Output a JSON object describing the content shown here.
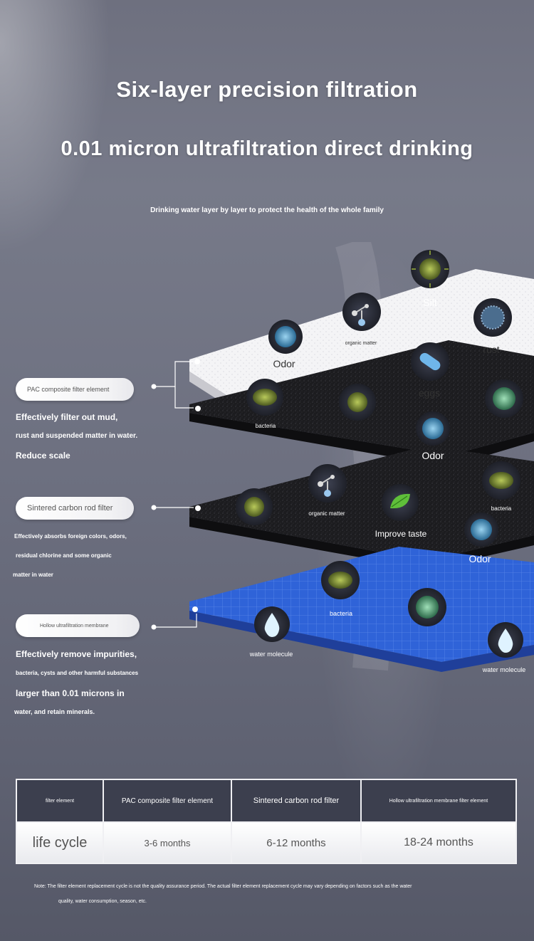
{
  "heading": {
    "title": "Six-layer precision filtration",
    "subtitle_big": "0.01 micron ultrafiltration direct drinking",
    "tagline": "Drinking water layer by layer to protect the health of the whole family"
  },
  "layers": [
    {
      "pill_label": "PAC composite filter element",
      "description": [
        "Effectively filter out mud,",
        "rust and suspended matter in water.",
        "Reduce scale"
      ]
    },
    {
      "pill_label": "Sintered carbon rod filter",
      "description": [
        "Effectively absorbs foreign colors, odors,",
        "residual chlorine and some organic",
        "matter in water"
      ]
    },
    {
      "pill_label": "Hollow ultrafiltration membrane",
      "description": [
        "Effectively remove impurities,",
        "bacteria, cysts and other harmful substances",
        "larger than 0.01 microns in",
        "water, and retain minerals."
      ]
    }
  ],
  "contaminants": {
    "silt": "Silt",
    "organic_matter_1": "organic matter",
    "rust": "rust",
    "odor_1": "Odor",
    "eggs": "eggs",
    "bacteria_1": "bacteria",
    "odor_2": "Odor",
    "organic_matter_2": "organic matter",
    "bacteria_2": "bacteria",
    "improve_taste": "Improve taste",
    "odor_3": "Odor",
    "bacteria_3": "bacteria",
    "water_molecule_1": "water molecule",
    "water_molecule_2": "water molecule"
  },
  "table": {
    "headers": [
      "filter element",
      "PAC composite filter element",
      "Sintered carbon rod filter",
      "Hollow ultrafiltration membrane filter element"
    ],
    "row": [
      "life cycle",
      "3-6 months",
      "6-12 months",
      "18-24 months"
    ]
  },
  "note": {
    "line1": "Note: The filter element replacement cycle is not the quality assurance period. The actual filter element replacement cycle may vary depending on factors such as the water",
    "line2": "quality, water consumption, season, etc."
  },
  "colors": {
    "white_layer": "#f4f4f6",
    "black_layer": "#1c1c1f",
    "blue_layer": "#2f63d8",
    "header_bg": "#3c3f4e"
  }
}
